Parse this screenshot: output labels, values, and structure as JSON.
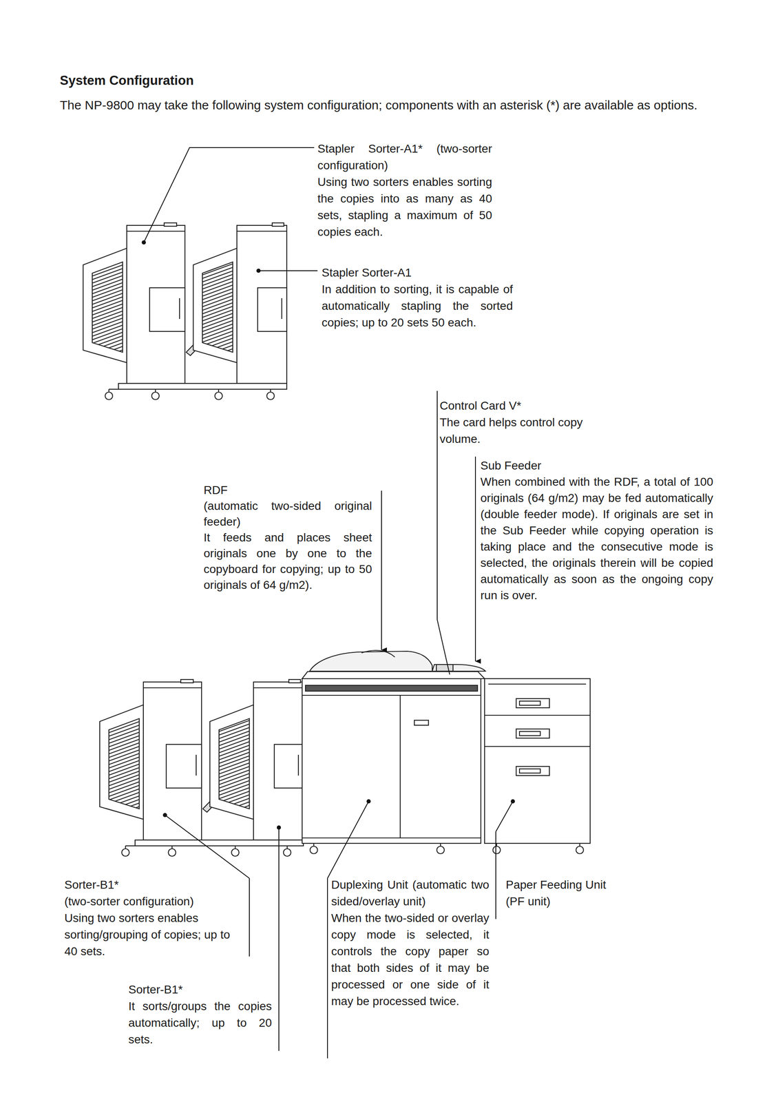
{
  "diagram": {
    "title": "System Configuration",
    "labels": [
      "The NP-9800 may take the following system configuration; components with an asterisk (*) are available as options.",
      "Stapler Sorter-A1* (two-sorter configuration)",
      "Using two sorters enables sorting the copies into as many as 40 sets, stapling a maximum of 50 copies each.",
      "Stapler Sorter-A1",
      "In addition to sorting, it is capable of automatically stapling the sorted copies; up to 20 sets 50 each.",
      "Control Card V*",
      "The card helps control copy volume.",
      "Sub Feeder",
      "When combined with the RDF, a total of 100 originals (64 g/m2) may be fed automatically (double feeder mode). If originals are set in the Sub Feeder while copying operation is taking place and the consecutive mode is selected, the originals therein will be copied automatically as soon as the ongoing copy run is over.",
      "RDF",
      "(automatic two-sided original feeder)",
      "It feeds and places sheet originals one by one to the copyboard for copying; up to 50 originals of 64 g/m2).",
      "Sorter-B1*",
      "(two-sorter configuration)",
      "Using two sorters enables sorting/grouping of copies; up to 40 sets.",
      "Sorter-B1*",
      "It sorts/groups the copies automatically; up to 20 sets.",
      "Duplexing Unit (automatic two sided/overlay unit)",
      "When the two-sided or overlay copy mode is selected, it controls the copy paper so that both sides of it may be processed or one side of it may be processed twice.",
      "Paper Feeding Unit",
      "(PF unit)"
    ]
  }
}
